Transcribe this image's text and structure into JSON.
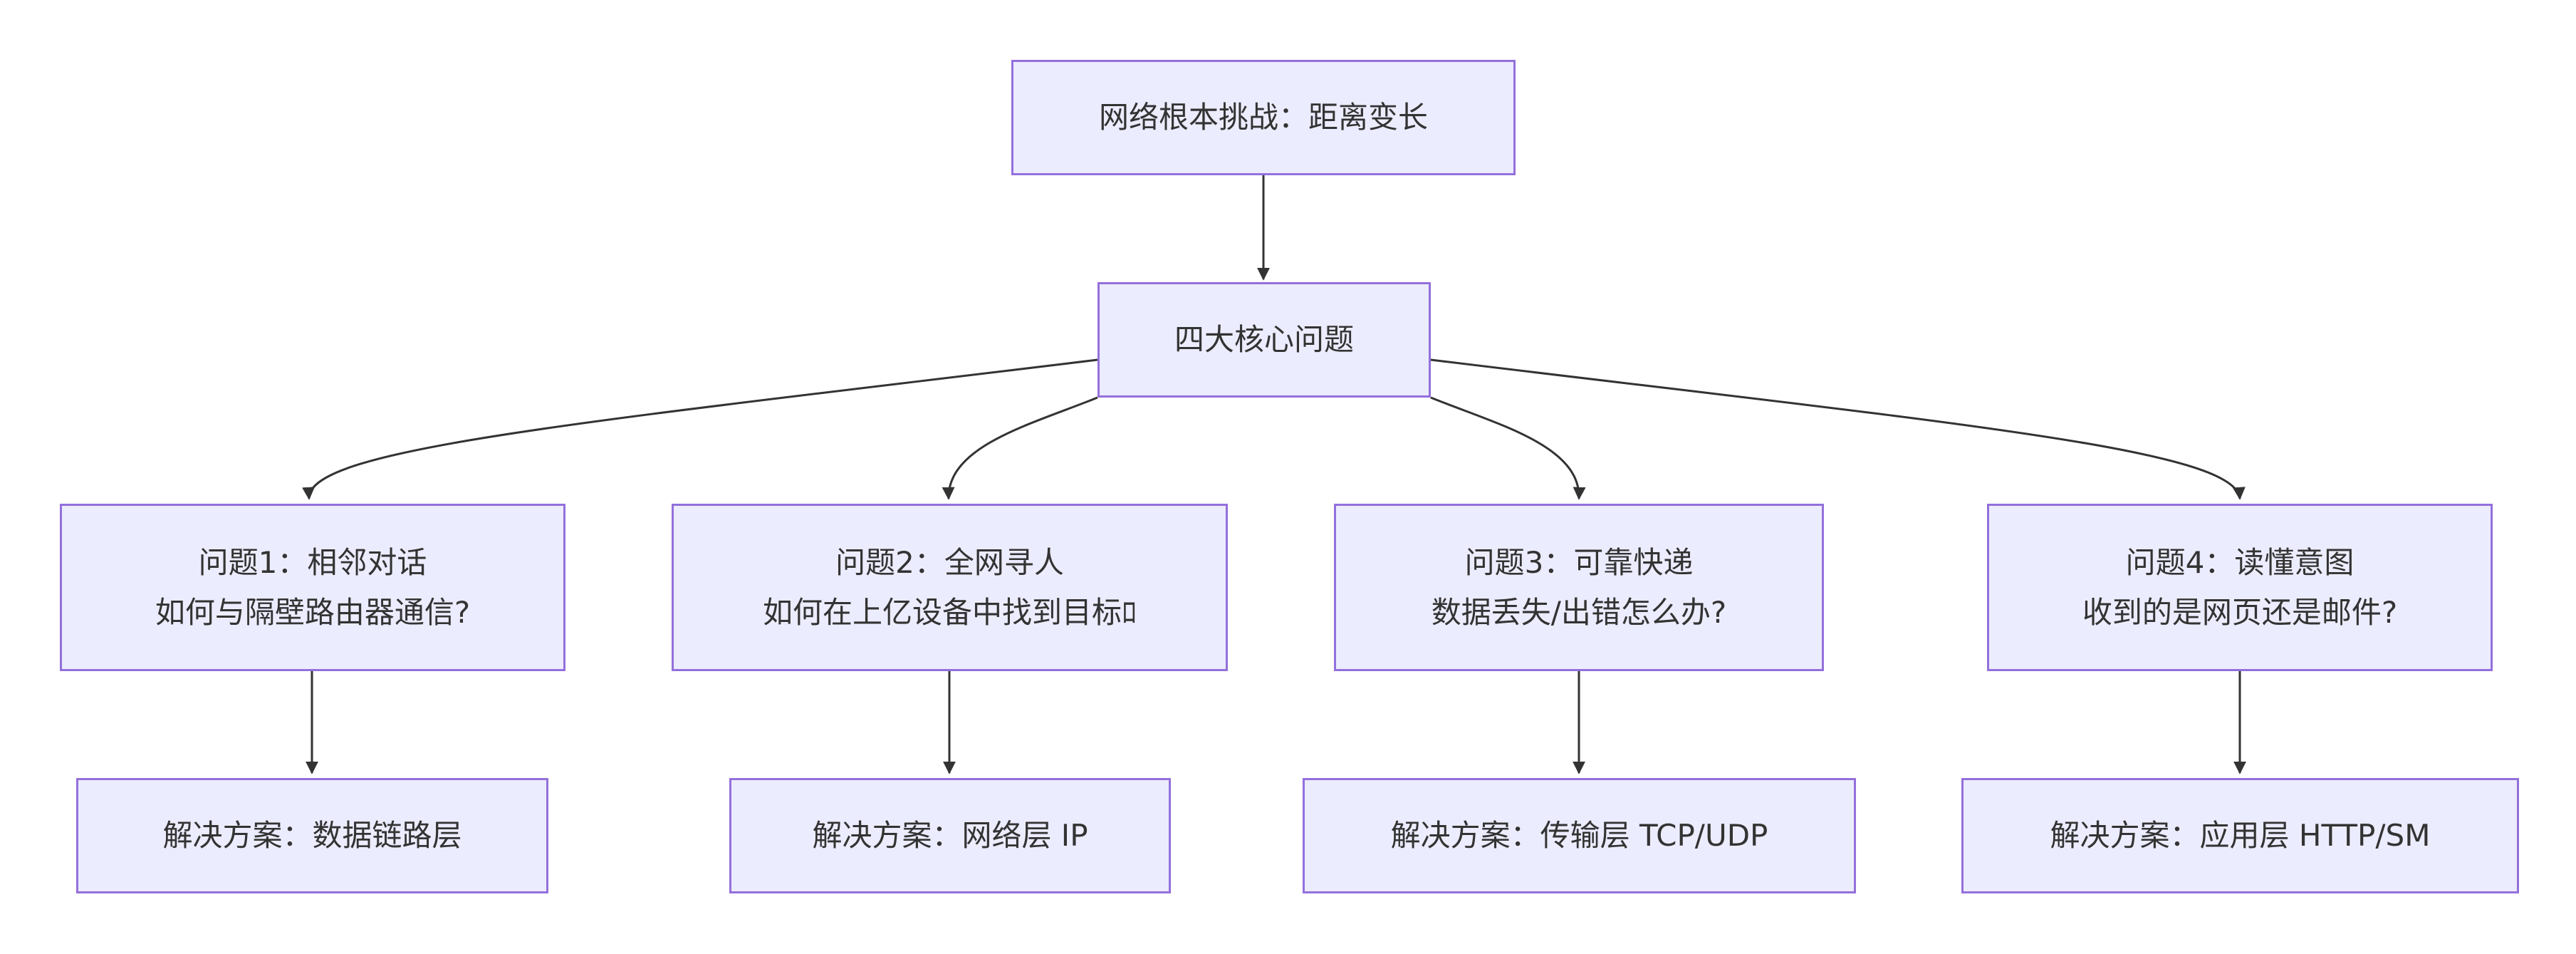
{
  "colors": {
    "node_fill": "#ECECFF",
    "node_border": "#9370DB",
    "edge": "#333333",
    "text": "#333333"
  },
  "nodes": {
    "root": {
      "text": "网络根本挑战：距离变长"
    },
    "core": {
      "text": "四大核心问题"
    },
    "q1": {
      "line1": "问题1：相邻对话",
      "line2": "如何与隔壁路由器通信?"
    },
    "q2": {
      "line1": "问题2：全网寻人",
      "line2": "如何在上亿设备中找到目标ﾛ"
    },
    "q3": {
      "line1": "问题3：可靠快递",
      "line2": "数据丢失/出错怎么办?"
    },
    "q4": {
      "line1": "问题4：读懂意图",
      "line2": "收到的是网页还是邮件?"
    },
    "s1": {
      "text": "解决方案：数据链路层"
    },
    "s2": {
      "text": "解决方案：网络层 IP"
    },
    "s3": {
      "text": "解决方案：传输层 TCP/UDP"
    },
    "s4": {
      "text": "解决方案：应用层 HTTP/SM"
    }
  },
  "edges": [
    {
      "from": "root",
      "to": "core"
    },
    {
      "from": "core",
      "to": "q1"
    },
    {
      "from": "core",
      "to": "q2"
    },
    {
      "from": "core",
      "to": "q3"
    },
    {
      "from": "core",
      "to": "q4"
    },
    {
      "from": "q1",
      "to": "s1"
    },
    {
      "from": "q2",
      "to": "s2"
    },
    {
      "from": "q3",
      "to": "s3"
    },
    {
      "from": "q4",
      "to": "s4"
    }
  ]
}
